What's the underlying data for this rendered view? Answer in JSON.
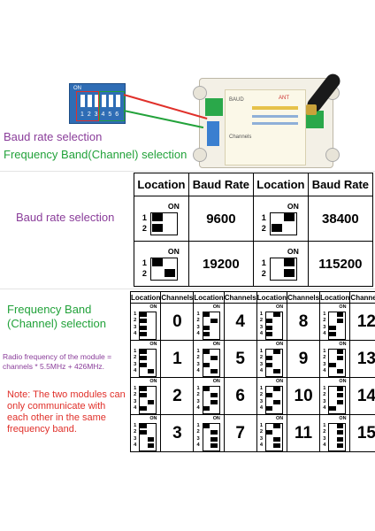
{
  "top": {
    "baud_label": "Baud rate selection",
    "freq_label": "Frequency Band(Channel) selection",
    "dip_on": "ON",
    "dip_numbers": "1 2 3 4 5 6",
    "module_labels": [
      "ANT",
      "BAUD",
      "Channels"
    ]
  },
  "baud": {
    "side_label": "Baud rate selection",
    "headers": [
      "Location",
      "Baud Rate",
      "Location",
      "Baud Rate"
    ],
    "switch_on": "ON",
    "switch_nums": [
      "1",
      "2"
    ],
    "rows": [
      [
        {
          "sw": [
            0,
            0
          ],
          "rate": "9600"
        },
        {
          "sw": [
            1,
            0
          ],
          "rate": "38400"
        }
      ],
      [
        {
          "sw": [
            0,
            1
          ],
          "rate": "19200"
        },
        {
          "sw": [
            1,
            1
          ],
          "rate": "115200"
        }
      ]
    ]
  },
  "freq": {
    "title": "Frequency Band (Channel) selection",
    "formula": "Radio frequency of the module = channels * 5.5MHz + 426MHz.",
    "note": "Note: The two modules can only communicate with each other in the same frequency band.",
    "headers": [
      "Location",
      "Channels",
      "Location",
      "Channels",
      "Location",
      "Channels",
      "Location",
      "Channels"
    ],
    "switch_on": "ON",
    "switch_nums": [
      "1",
      "2",
      "3",
      "4"
    ],
    "rows": [
      [
        "0",
        "4",
        "8",
        "12"
      ],
      [
        "1",
        "5",
        "9",
        "13"
      ],
      [
        "2",
        "6",
        "10",
        "14"
      ],
      [
        "3",
        "7",
        "11",
        "15"
      ]
    ]
  },
  "colors": {
    "purple": "#8a3d9a",
    "green": "#22a23a",
    "red": "#e0302a",
    "dip_blue": "#3a7fd0"
  }
}
